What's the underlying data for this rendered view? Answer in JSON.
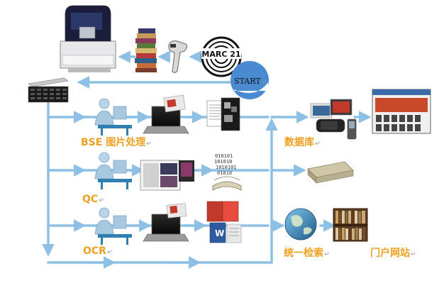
{
  "start": {
    "label": "START",
    "return_mark": "↵"
  },
  "marc_logo": {
    "text": "MARC 21"
  },
  "labels": {
    "bse": "BSE 图片处理",
    "qc": "QC",
    "ocr": "OCR",
    "database": "数据库",
    "search": "统一检索",
    "portal": "门户网站",
    "return_mark": "↵"
  },
  "colors": {
    "flow_line": "#8ec0e6",
    "label": "#f0a020",
    "person": "#a8c8e0",
    "desk": "#2f7fb0"
  },
  "icons": [
    "scanner-robot-icon",
    "book-stack-icon",
    "barcode-scanner-icon",
    "marc21-logo",
    "server-rack-icon",
    "operator-workstation-icon",
    "laptop-icon",
    "document-pages-icon",
    "binary-book-icon",
    "file-formats-icon",
    "database-devices-icon",
    "website-screen-icon",
    "storage-box-icon",
    "globe-icon",
    "bookshelf-icon"
  ]
}
